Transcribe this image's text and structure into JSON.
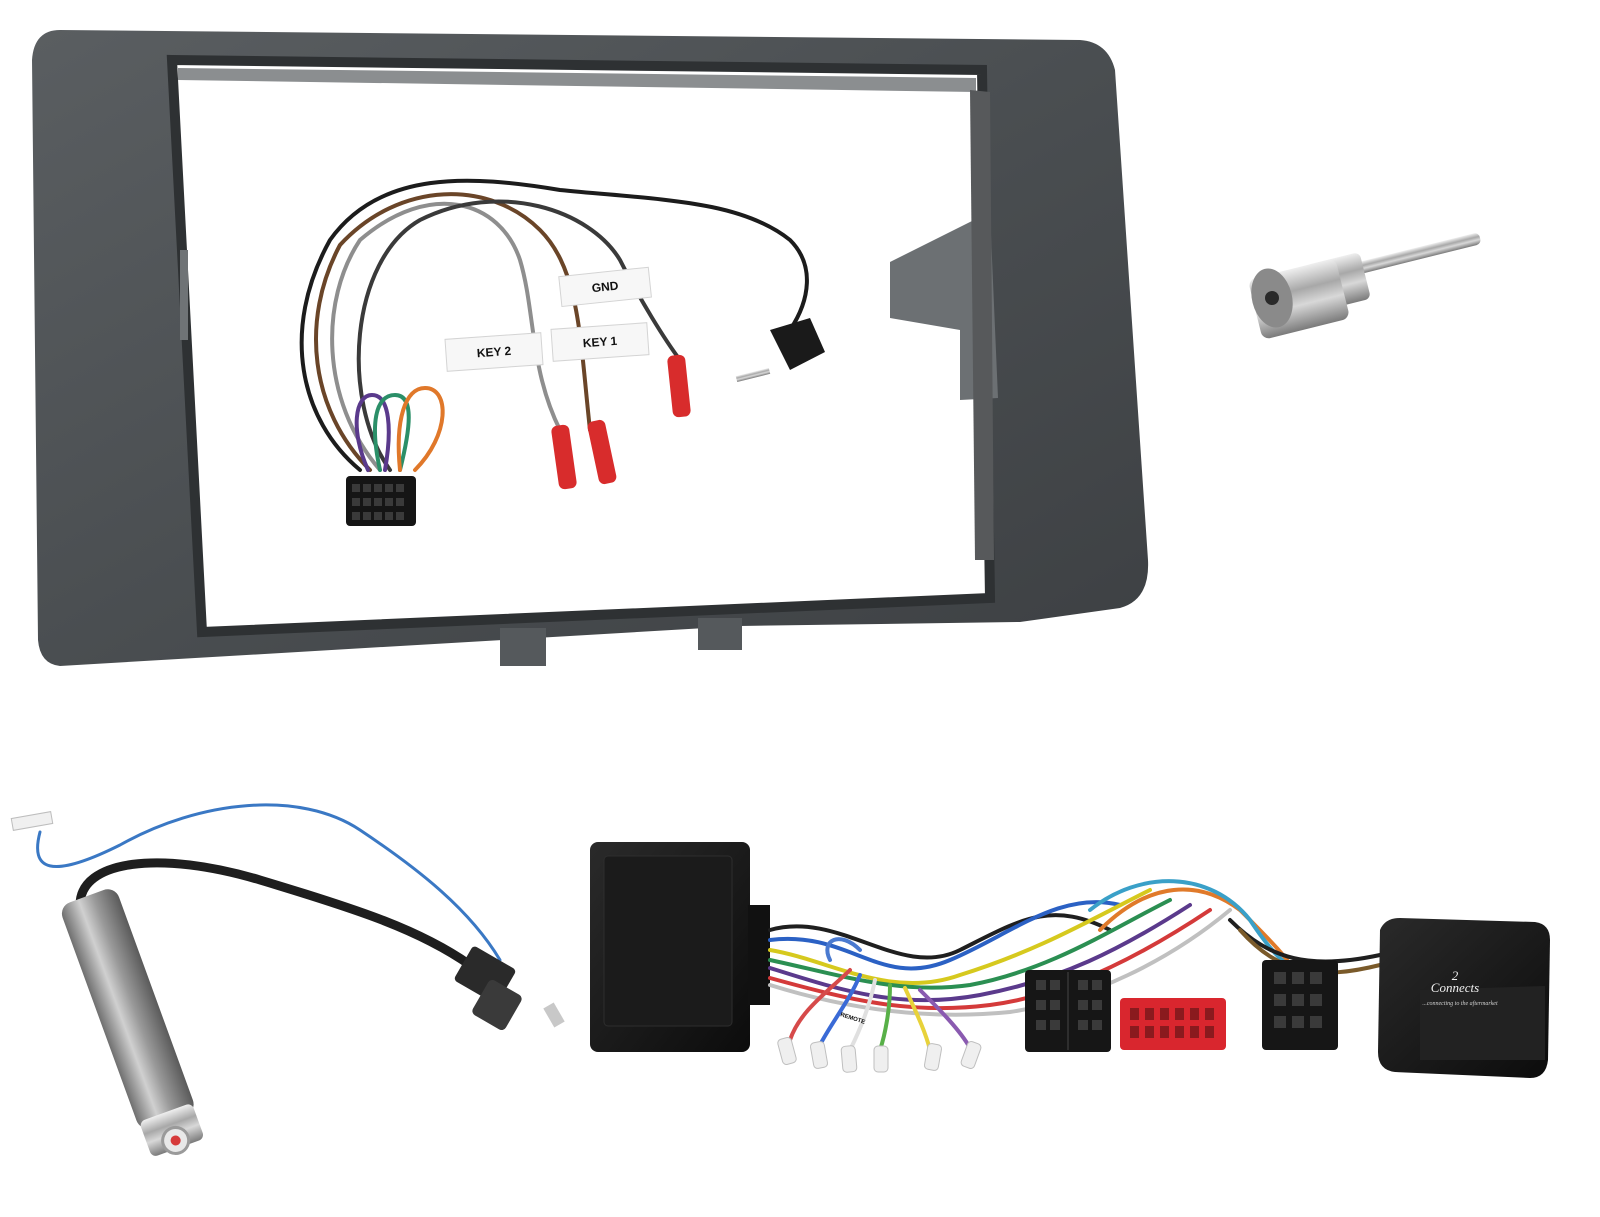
{
  "labels": {
    "gnd": "GND",
    "key1": "KEY 1",
    "key2": "KEY 2",
    "remote": "REMOTE"
  },
  "logo": {
    "numeral": "2",
    "brand": "Connects",
    "tagline": "...connecting to the aftermarket"
  },
  "colors": {
    "fascia": "#4b4f52",
    "fascia_dark": "#303335",
    "plug_red": "#d82c2c",
    "iso_red": "#d9262e",
    "chrome": "#b8b8b8",
    "housing": "#141414"
  },
  "wire_colors": {
    "harness": [
      "#7a5a2a",
      "#1f1f1f",
      "#2b8f52",
      "#5b3a8c",
      "#e07a2a",
      "#2b61c4",
      "#d6c91e",
      "#c0c0c0",
      "#d43a3a",
      "#222222"
    ],
    "tails": [
      "#d64a4a",
      "#3a6ad6",
      "#e0e0e0",
      "#58b048",
      "#e8d23a",
      "#8a5ab0"
    ]
  }
}
